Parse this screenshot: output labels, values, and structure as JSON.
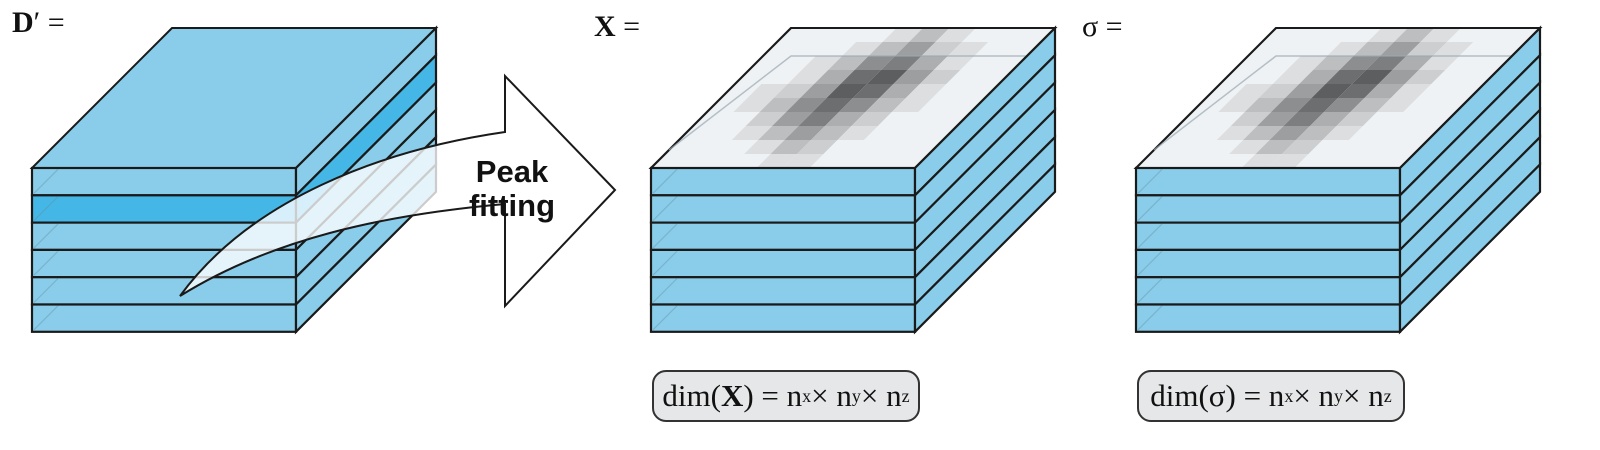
{
  "labels": {
    "d_prime": {
      "symbol": "D",
      "prime": "′",
      "eq": "="
    },
    "x": {
      "symbol": "X",
      "eq": "="
    },
    "sigma": {
      "symbol": "σ",
      "eq": "="
    }
  },
  "arrow": {
    "line1": "Peak",
    "line2": "fitting"
  },
  "dim_x": {
    "prefix": "dim(",
    "symbol": "X",
    "suffix": ") = n",
    "s1": "x",
    "t1": "× n",
    "s2": "y",
    "t2": "× n",
    "s3": "z"
  },
  "dim_sigma": {
    "prefix": "dim(",
    "symbol": "σ",
    "suffix": ") = n",
    "s1": "x",
    "t1": "× n",
    "s2": "y",
    "t2": "× n",
    "s3": "z"
  },
  "colors": {
    "layer": "#89cdea",
    "layer_highlight": "#45b7e6",
    "outline": "#1a1a1a",
    "map_top": "#eef2f4",
    "arrow_fill": "#ffffff"
  },
  "heatmap": {
    "grid": 10,
    "intensity": [
      [
        0,
        0,
        0,
        0,
        1,
        3,
        1,
        0,
        0,
        0
      ],
      [
        0,
        0,
        0,
        1,
        3,
        5,
        2,
        1,
        0,
        0
      ],
      [
        0,
        0,
        1,
        3,
        6,
        7,
        4,
        1,
        0,
        0
      ],
      [
        0,
        0,
        1,
        4,
        8,
        9,
        5,
        2,
        0,
        0
      ],
      [
        0,
        1,
        2,
        5,
        9,
        8,
        4,
        1,
        0,
        0
      ],
      [
        0,
        1,
        3,
        6,
        8,
        6,
        3,
        1,
        0,
        0
      ],
      [
        0,
        0,
        2,
        5,
        7,
        4,
        2,
        0,
        0,
        0
      ],
      [
        0,
        0,
        1,
        3,
        5,
        3,
        1,
        0,
        0,
        0
      ],
      [
        0,
        0,
        0,
        1,
        3,
        2,
        0,
        0,
        0,
        0
      ],
      [
        0,
        0,
        0,
        0,
        1,
        1,
        0,
        0,
        0,
        0
      ]
    ]
  }
}
